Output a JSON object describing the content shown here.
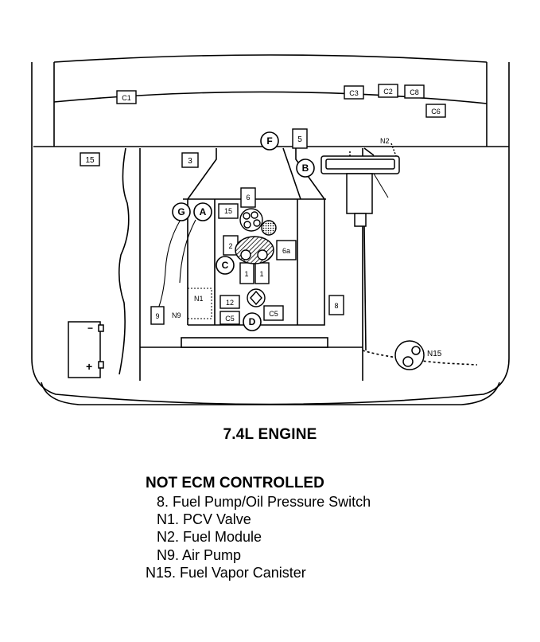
{
  "diagram": {
    "connector_labels": {
      "c1": "C1",
      "c3": "C3",
      "c2": "C2",
      "c8": "C8",
      "c6": "C6",
      "c5a": "C5",
      "c5b": "C5"
    },
    "letter_labels": {
      "f": "F",
      "b": "B",
      "g": "G",
      "a": "A",
      "c": "C",
      "d": "D"
    },
    "component_labels": {
      "n15_box": "15",
      "n3": "3",
      "n5": "5",
      "n6": "6",
      "n15_mid": "15",
      "n2": "2",
      "n6a": "6a",
      "n1a": "1",
      "n1b": "1",
      "n12": "12",
      "n9": "9",
      "n8": "8"
    },
    "callouts": {
      "n1": "N1",
      "n2": "N2",
      "n9": "N9",
      "n15": "N15"
    },
    "battery": {
      "minus": "−",
      "plus": "+"
    }
  },
  "caption": "7.4L ENGINE",
  "legend": {
    "title": "NOT ECM CONTROLLED",
    "items": [
      "8. Fuel Pump/Oil Pressure Switch",
      "N1. PCV Valve",
      "N2. Fuel Module",
      "N9. Air Pump",
      "N15. Fuel Vapor Canister"
    ]
  }
}
